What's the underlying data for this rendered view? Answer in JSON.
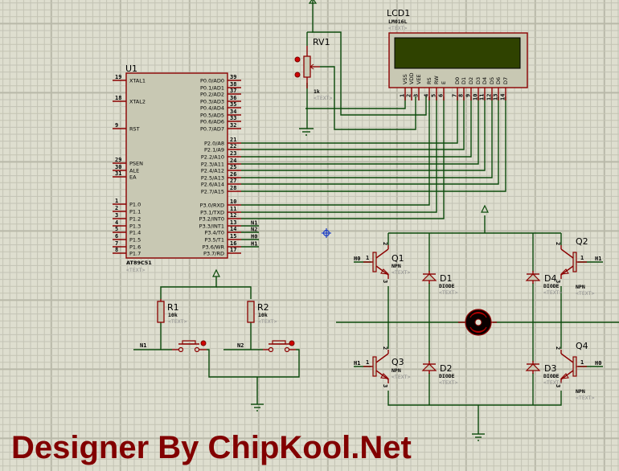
{
  "footer": {
    "text": "Designer By ChipKool.Net"
  },
  "placeholder_text": "<TEXT>",
  "u1": {
    "ref": "U1",
    "part": "AT89C51",
    "left_pins": [
      {
        "num": "19",
        "name": "XTAL1"
      },
      {
        "num": "18",
        "name": "XTAL2"
      },
      {
        "num": "9",
        "name": "RST"
      },
      {
        "num": "29",
        "name": "PSEN"
      },
      {
        "num": "30",
        "name": "ALE"
      },
      {
        "num": "31",
        "name": "EA"
      },
      {
        "num": "1",
        "name": "P1.0"
      },
      {
        "num": "2",
        "name": "P1.1"
      },
      {
        "num": "3",
        "name": "P1.2"
      },
      {
        "num": "4",
        "name": "P1.3"
      },
      {
        "num": "5",
        "name": "P1.4"
      },
      {
        "num": "6",
        "name": "P1.5"
      },
      {
        "num": "7",
        "name": "P1.6"
      },
      {
        "num": "8",
        "name": "P1.7"
      }
    ],
    "right_pins": [
      {
        "num": "39",
        "name": "P0.0/AD0"
      },
      {
        "num": "38",
        "name": "P0.1/AD1"
      },
      {
        "num": "37",
        "name": "P0.2/AD2"
      },
      {
        "num": "36",
        "name": "P0.3/AD3"
      },
      {
        "num": "35",
        "name": "P0.4/AD4"
      },
      {
        "num": "34",
        "name": "P0.5/AD5"
      },
      {
        "num": "33",
        "name": "P0.6/AD6"
      },
      {
        "num": "32",
        "name": "P0.7/AD7"
      },
      {
        "num": "21",
        "name": "P2.0/A8"
      },
      {
        "num": "22",
        "name": "P2.1/A9"
      },
      {
        "num": "23",
        "name": "P2.2/A10"
      },
      {
        "num": "24",
        "name": "P2.3/A11"
      },
      {
        "num": "25",
        "name": "P2.4/A12"
      },
      {
        "num": "26",
        "name": "P2.5/A13"
      },
      {
        "num": "27",
        "name": "P2.6/A14"
      },
      {
        "num": "28",
        "name": "P2.7/A15"
      },
      {
        "num": "10",
        "name": "P3.0/RXD"
      },
      {
        "num": "11",
        "name": "P3.1/TXD"
      },
      {
        "num": "12",
        "name": "P3.2/INT0"
      },
      {
        "num": "13",
        "name": "P3.3/INT1"
      },
      {
        "num": "14",
        "name": "P3.4/T0"
      },
      {
        "num": "15",
        "name": "P3.5/T1"
      },
      {
        "num": "16",
        "name": "P3.6/WR"
      },
      {
        "num": "17",
        "name": "P3.7/RD"
      }
    ],
    "net_labels": [
      "N1",
      "N2",
      "H0",
      "H1"
    ]
  },
  "lcd": {
    "ref": "LCD1",
    "part": "LM016L",
    "pins": [
      {
        "num": "1",
        "name": "VSS"
      },
      {
        "num": "2",
        "name": "VDD"
      },
      {
        "num": "3",
        "name": "VEE"
      },
      {
        "num": "4",
        "name": "RS"
      },
      {
        "num": "5",
        "name": "RW"
      },
      {
        "num": "6",
        "name": "E"
      },
      {
        "num": "7",
        "name": "D0"
      },
      {
        "num": "8",
        "name": "D1"
      },
      {
        "num": "9",
        "name": "D2"
      },
      {
        "num": "10",
        "name": "D3"
      },
      {
        "num": "11",
        "name": "D4"
      },
      {
        "num": "12",
        "name": "D5"
      },
      {
        "num": "13",
        "name": "D6"
      },
      {
        "num": "14",
        "name": "D7"
      }
    ],
    "screen_color": "#2f4200"
  },
  "rv1": {
    "ref": "RV1",
    "value": "1k"
  },
  "r1": {
    "ref": "R1",
    "value": "10k",
    "net": "N1"
  },
  "r2": {
    "ref": "R2",
    "value": "10k",
    "net": "N2"
  },
  "transistors": [
    {
      "ref": "Q1",
      "type": "NPN",
      "base_net": "H0",
      "base_pin": "1",
      "c_pin": "2",
      "e_pin": "3"
    },
    {
      "ref": "Q2",
      "type": "NPN",
      "base_net": "H1",
      "base_pin": "1",
      "c_pin": "2",
      "e_pin": "3"
    },
    {
      "ref": "Q3",
      "type": "NPN",
      "base_net": "H1",
      "base_pin": "1",
      "c_pin": "2",
      "e_pin": "3"
    },
    {
      "ref": "Q4",
      "type": "NPN",
      "base_net": "H0",
      "base_pin": "1",
      "c_pin": "2",
      "e_pin": "3"
    }
  ],
  "diodes": [
    {
      "ref": "D1",
      "type": "DIODE"
    },
    {
      "ref": "D2",
      "type": "DIODE"
    },
    {
      "ref": "D3",
      "type": "DIODE"
    },
    {
      "ref": "D4",
      "type": "DIODE"
    }
  ],
  "colors": {
    "background": "#dedecf",
    "grid_minor": "#c3c3b4",
    "grid_major": "#b9b9a9",
    "wire": "#0b4a0b",
    "component": "#8b0000",
    "footer": "#820000",
    "cursor": "#1a3cc8"
  }
}
